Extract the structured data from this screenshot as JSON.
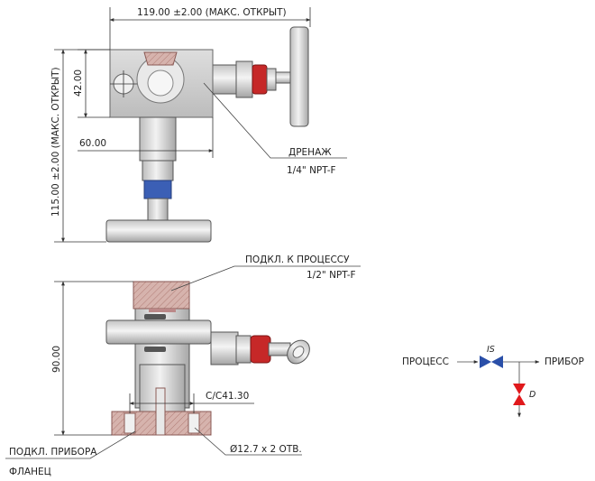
{
  "dimensions": {
    "top_width": "119.00 ±2.00 (МАКС. ОТКРЫТ)",
    "body_height": "42.00",
    "total_height": "115.00 ±2.00 (МАКС. ОТКРЫТ)",
    "flange_offset": "60.00",
    "side_height": "90.00",
    "bolt_spacing": "C/C41.30",
    "bolt_holes": "Ø12.7 x 2 ОТВ."
  },
  "callouts": {
    "drain_label": "ДРЕНАЖ",
    "drain_thread": "1/4\" NPT-F",
    "process_label": "ПОДКЛ. К ПРОЦЕССУ",
    "process_thread": "1/2\" NPT-F",
    "instrument_label": "ПОДКЛ. ПРИБОРА",
    "instrument_type": "ФЛАНЕЦ"
  },
  "schematic": {
    "process": "ПРОЦЕСС",
    "instrument": "ПРИБОР",
    "isolate_tag": "IS",
    "drain_tag": "D",
    "isolate_color": "#2a4fa8",
    "drain_color": "#e0191c"
  },
  "colors": {
    "metal": "#d9d9d9",
    "metal_dark": "#a9a9a9",
    "flange": "#d4b0aa",
    "red_ring": "#cc2a2a",
    "blue_ring": "#3b5fb5"
  }
}
